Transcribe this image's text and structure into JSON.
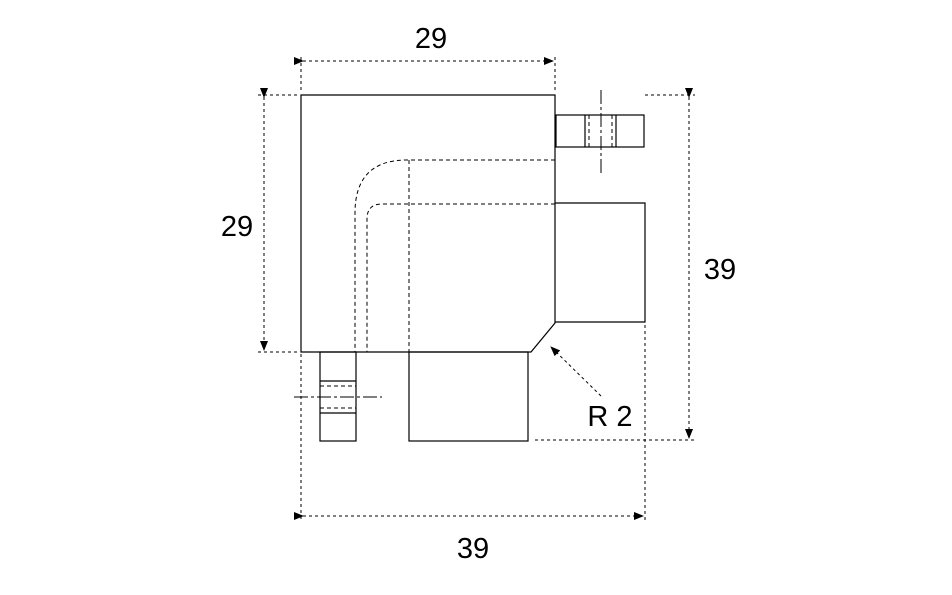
{
  "drawing": {
    "dimensions": {
      "top_width": "29",
      "left_height": "29",
      "right_height": "39",
      "bottom_width": "39",
      "radius": "R 2"
    }
  }
}
